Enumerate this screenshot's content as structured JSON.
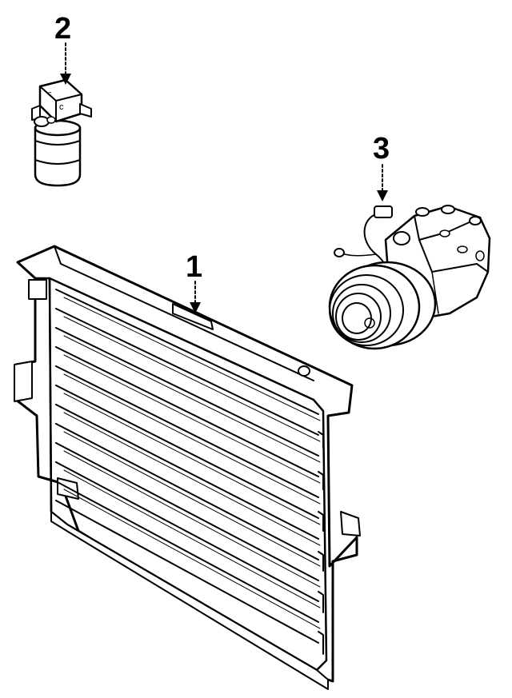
{
  "diagram": {
    "callouts": [
      {
        "id": "1",
        "label": "1",
        "part": "condenser"
      },
      {
        "id": "2",
        "label": "2",
        "part": "receiver-drier"
      },
      {
        "id": "3",
        "label": "3",
        "part": "compressor"
      }
    ],
    "colors": {
      "ink": "#000000",
      "paper": "#ffffff"
    }
  }
}
